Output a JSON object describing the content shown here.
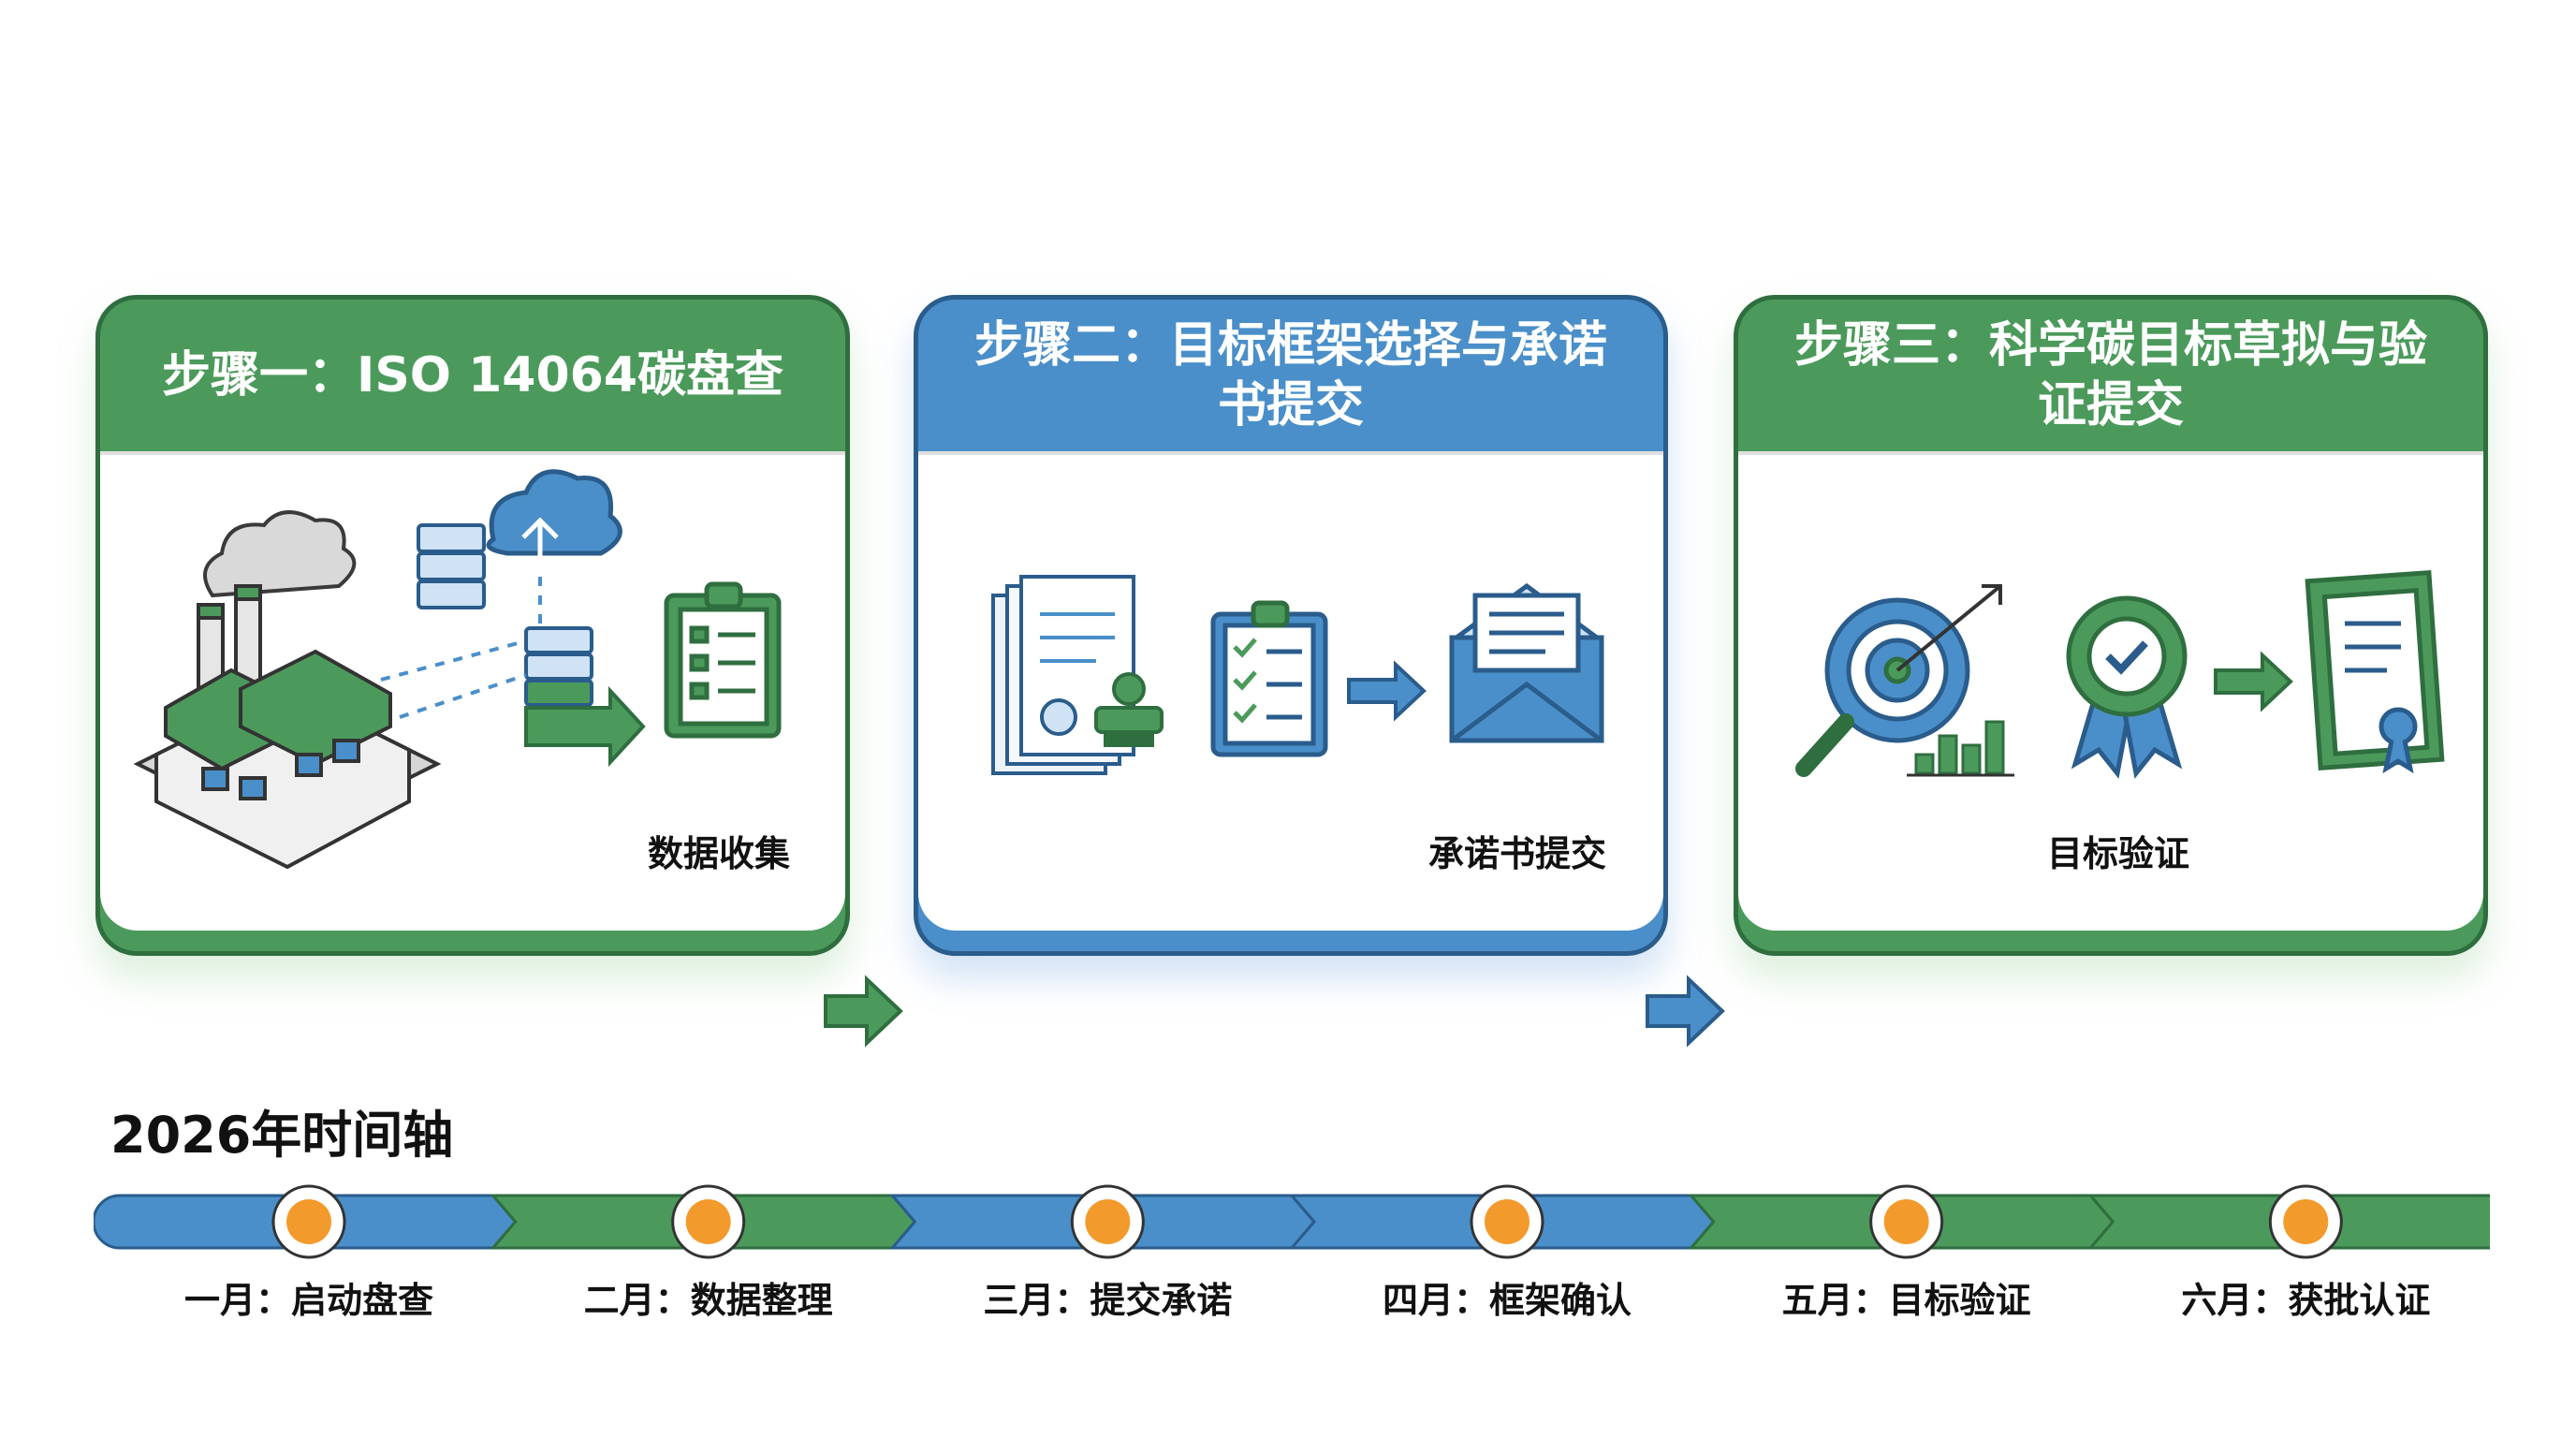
{
  "steps": [
    {
      "title": "步骤一：ISO 14064碳盘查",
      "caption": "数据收集",
      "theme": "#4b9a5b"
    },
    {
      "title": "步骤二：目标框架选择与承诺书提交",
      "caption": "承诺书提交",
      "theme": "#4a8fc9"
    },
    {
      "title": "步骤三：科学碳目标草拟与验证提交",
      "caption": "目标验证",
      "theme": "#4b9a5b"
    }
  ],
  "timeline": {
    "title": "2026年时间轴",
    "milestones": [
      "一月：启动盘查",
      "二月：数据整理",
      "三月：提交承诺",
      "四月：框架确认",
      "五月：目标验证",
      "六月：获批认证"
    ],
    "segment_colors": [
      "#4a8fc9",
      "#4b9a5b",
      "#4a8fc9",
      "#4a8fc9",
      "#4b9a5b",
      "#4b9a5b"
    ],
    "dot_color": "#f39a2c"
  },
  "colors": {
    "green": "#4b9a5b",
    "blue": "#4a8fc9",
    "dark_green": "#2f6e3f",
    "dark_blue": "#2a5c8c"
  }
}
